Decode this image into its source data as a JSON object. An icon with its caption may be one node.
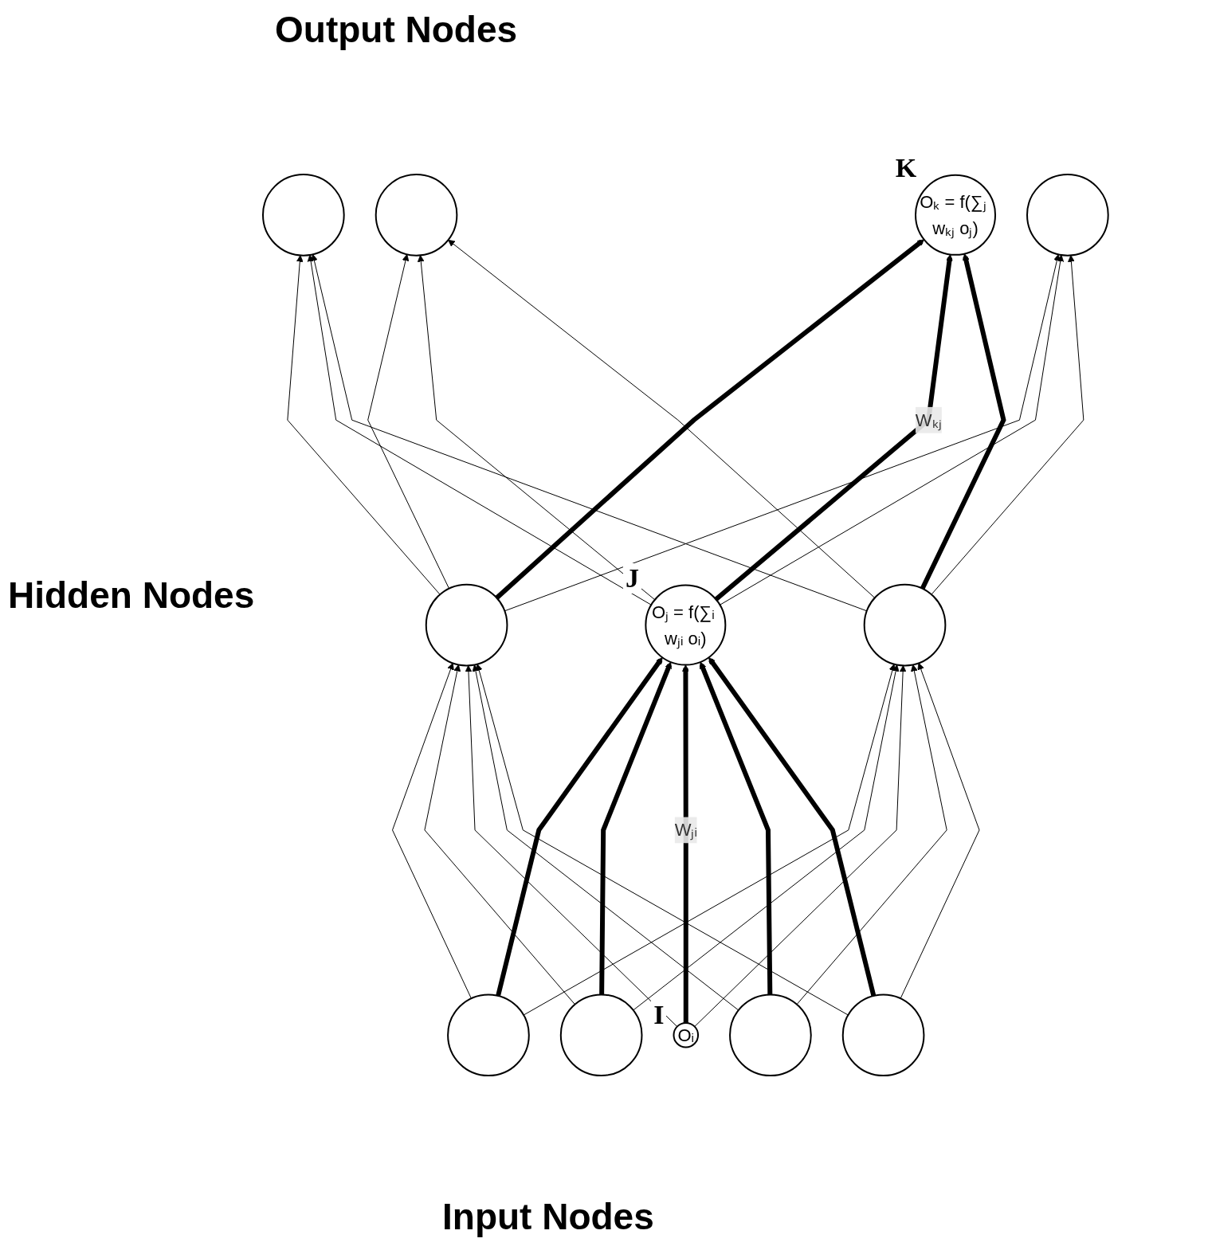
{
  "diagram": {
    "nodes": [
      {
        "text": [],
        "shape": "ellipse"
      },
      {
        "text": [],
        "shape": "ellipse"
      },
      {
        "text": [
          "Oₖ = f(∑ⱼ wₖⱼ oⱼ)"
        ],
        "beside": [
          "K"
        ]
      },
      {
        "text": [],
        "shape": "ellipse"
      },
      {
        "text": [],
        "shape": "ellipse"
      },
      {
        "text": [
          "Oⱼ = f(∑ᵢ wⱼᵢ oᵢ)"
        ],
        "beside": [
          "J"
        ]
      },
      {
        "text": [],
        "shape": "ellipse"
      },
      {
        "text": [],
        "shape": "ellipse"
      },
      {
        "text": [],
        "shape": "ellipse"
      },
      {
        "text": [
          "Oᵢ"
        ],
        "beside": [
          "I"
        ]
      },
      {
        "text": [],
        "shape": "ellipse"
      },
      {
        "text": [],
        "shape": "ellipse"
      }
    ],
    "edges": [
      {
        "from": 7,
        "to": 4,
        "arrow": "to"
      },
      {
        "from": 7,
        "to": 5,
        "arrow": "to",
        "style": "thick"
      },
      {
        "from": 7,
        "to": 6,
        "arrow": "to"
      },
      {
        "from": 8,
        "to": 4,
        "arrow": "to"
      },
      {
        "from": 8,
        "to": 5,
        "arrow": "to",
        "style": "thick"
      },
      {
        "from": 8,
        "to": 6,
        "arrow": "to"
      },
      {
        "from": 9,
        "to": 4,
        "arrow": "to"
      },
      {
        "from": 9,
        "to": 5,
        "arrow": "to",
        "style": "thick",
        "label": "Wⱼᵢ"
      },
      {
        "from": 9,
        "to": 6,
        "arrow": "to"
      },
      {
        "from": 10,
        "to": 4,
        "arrow": "to"
      },
      {
        "from": 10,
        "to": 5,
        "arrow": "to",
        "style": "thick"
      },
      {
        "from": 10,
        "to": 6,
        "arrow": "to"
      },
      {
        "from": 11,
        "to": 4,
        "arrow": "to"
      },
      {
        "from": 11,
        "to": 5,
        "arrow": "to",
        "style": "thick"
      },
      {
        "from": 11,
        "to": 6,
        "arrow": "to"
      },
      {
        "from": 4,
        "to": 0,
        "arrow": "to"
      },
      {
        "from": 4,
        "to": 1,
        "arrow": "to"
      },
      {
        "from": 4,
        "to": 2,
        "arrow": "to",
        "style": "thick"
      },
      {
        "from": 4,
        "to": 3,
        "arrow": "to"
      },
      {
        "from": 5,
        "to": 0,
        "arrow": "to"
      },
      {
        "from": 5,
        "to": 1,
        "arrow": "to"
      },
      {
        "from": 5,
        "to": 2,
        "arrow": "to",
        "style": "thick",
        "label": "Wₖⱼ"
      },
      {
        "from": 5,
        "to": 3,
        "arrow": "to"
      },
      {
        "from": 6,
        "to": 0,
        "arrow": "to"
      },
      {
        "from": 6,
        "to": 1,
        "arrow": "to"
      },
      {
        "from": 6,
        "to": 2,
        "arrow": "to",
        "style": "thick"
      },
      {
        "from": 6,
        "to": 3,
        "arrow": "to"
      }
    ],
    "labels": [
      "Output Nodes",
      "Hidden Nodes",
      "Input Nodes"
    ]
  }
}
